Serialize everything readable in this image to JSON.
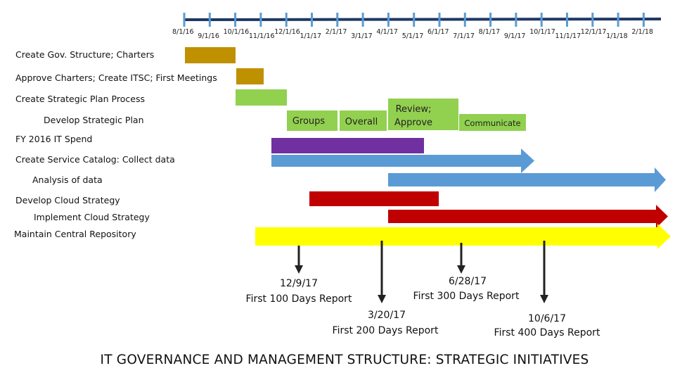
{
  "title": "IT GOVERNANCE AND MANAGEMENT STRUCTURE: STRATEGIC INITIATIVES",
  "timeline": {
    "ticks": [
      "8/1/16",
      "9/1/16",
      "10/1/16",
      "11/1/16",
      "12/1/16",
      "1/1/17",
      "2/1/17",
      "3/1/17",
      "4/1/17",
      "5/1/17",
      "6/1/17",
      "7/1/17",
      "8/1/17",
      "9/1/17",
      "10/1/17",
      "11/1/17",
      "12/1/17",
      "1/1/18",
      "2/1/18"
    ],
    "colors": {
      "axis": "#1f3864",
      "tick": "#5b9bd5"
    }
  },
  "rows": [
    "Create Gov. Structure; Charters",
    "Approve Charters; Create ITSC; First Meetings",
    "Create Strategic Plan Process",
    "Develop Strategic Plan",
    "FY 2016 IT Spend",
    "Create Service Catalog: Collect data",
    "Analysis of data",
    "Develop Cloud Strategy",
    "Implement Cloud Strategy",
    "Maintain Central Repository"
  ],
  "bar_labels": {
    "groups": "Groups",
    "overall": "Overall",
    "review": "Review; Approve",
    "communicate": "Communicate"
  },
  "colors": {
    "gold": "#bf9000",
    "green": "#92d050",
    "purple": "#7030a0",
    "blue": "#5b9bd5",
    "red": "#c00000",
    "yellow": "#ffff00",
    "milestone": "#222222"
  },
  "milestones": [
    {
      "date": "12/9/17",
      "name": "First 100 Days Report"
    },
    {
      "date": "3/20/17",
      "name": "First 200 Days Report"
    },
    {
      "date": "6/28/17",
      "name": "First 300 Days Report"
    },
    {
      "date": "10/6/17",
      "name": "First 400 Days Report"
    }
  ]
}
